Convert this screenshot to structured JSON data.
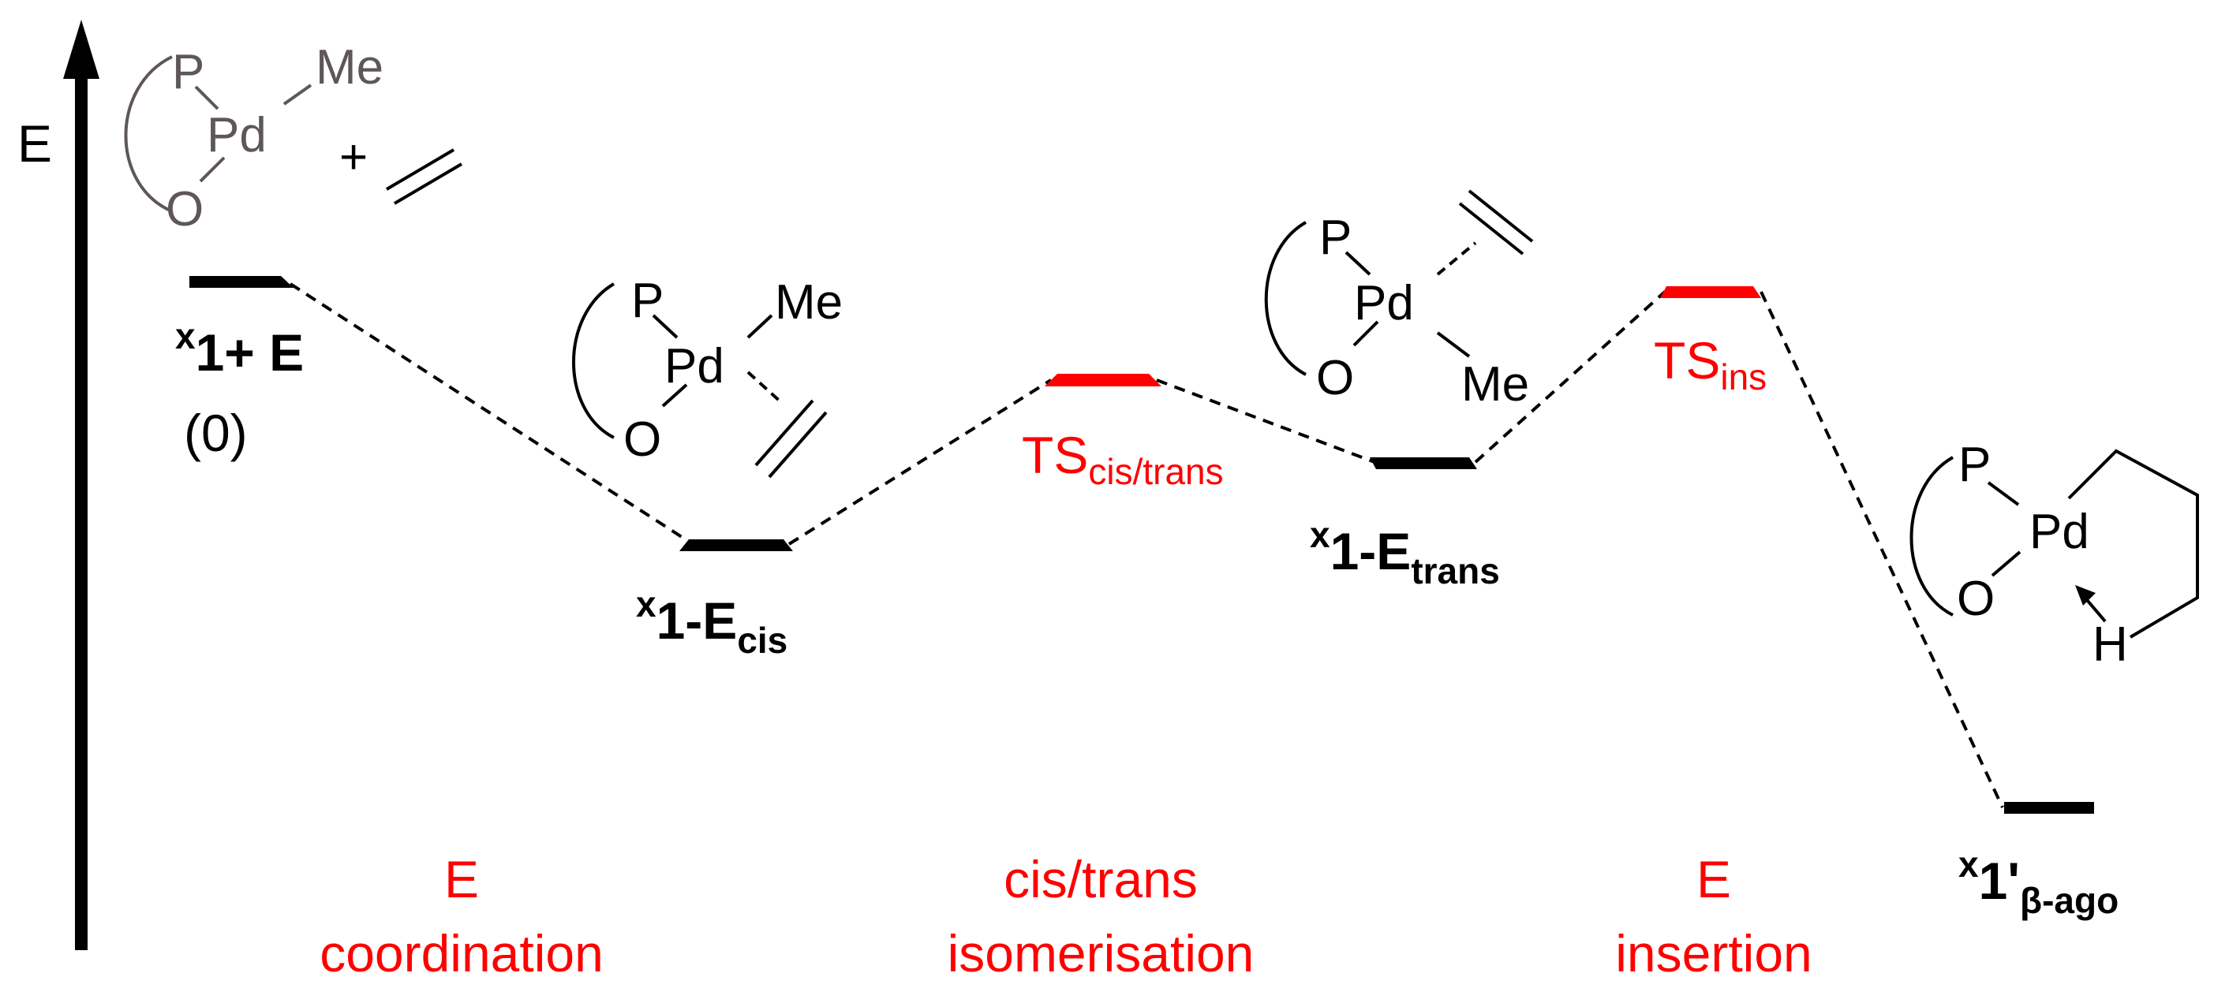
{
  "axis": {
    "label": "E"
  },
  "colors": {
    "minimum": "#000000",
    "transition_state": "#ff0000",
    "step_label": "#ff0000",
    "reactant_structure": "#5e5659"
  },
  "states": [
    {
      "id": "reactants",
      "kind": "minimum",
      "sup": "x",
      "main": "1+ E",
      "sub": "",
      "value_label": "(0)"
    },
    {
      "id": "cis",
      "kind": "minimum",
      "sup": "x",
      "main": "1-E",
      "sub": "cis"
    },
    {
      "id": "ts_cis_trans",
      "kind": "transition_state",
      "main": "TS",
      "sub": "cis/trans"
    },
    {
      "id": "trans",
      "kind": "minimum",
      "sup": "x",
      "main": "1-E",
      "sub": "trans"
    },
    {
      "id": "ts_ins",
      "kind": "transition_state",
      "main": "TS",
      "sub": "ins"
    },
    {
      "id": "product",
      "kind": "minimum",
      "sup": "x",
      "main": "1'",
      "sub": "β-ago"
    }
  ],
  "steps": [
    {
      "line1": "E",
      "line2": "coordination"
    },
    {
      "line1": "cis/trans",
      "line2": "isomerisation"
    },
    {
      "line1": "E",
      "line2": "insertion"
    }
  ],
  "structures": {
    "reactant": {
      "atom_p": "P",
      "atom_pd": "Pd",
      "atom_o": "O",
      "atom_me": "Me",
      "plus": "+"
    },
    "cis": {
      "atom_p": "P",
      "atom_pd": "Pd",
      "atom_o": "O",
      "atom_me": "Me"
    },
    "trans": {
      "atom_p": "P",
      "atom_pd": "Pd",
      "atom_o": "O",
      "atom_me": "Me"
    },
    "product": {
      "atom_p": "P",
      "atom_pd": "Pd",
      "atom_o": "O",
      "atom_h": "H"
    }
  }
}
